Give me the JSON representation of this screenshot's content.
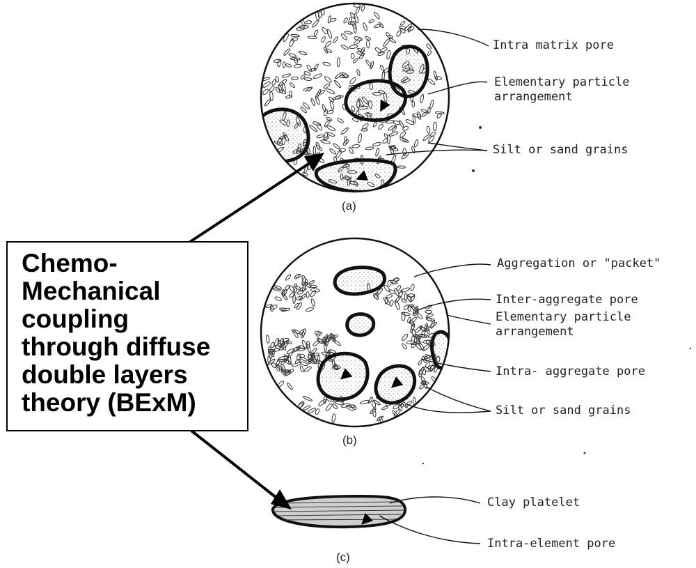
{
  "callout": {
    "text": "Chemo-\nMechanical\ncoupling\nthrough diffuse\ndouble layers\ntheory (BExM)"
  },
  "panel_a": {
    "caption": "(a)",
    "labels": [
      "Intra matrix pore",
      "Elementary particle\narrangement",
      "Silt or sand grains"
    ]
  },
  "panel_b": {
    "caption": "(b)",
    "labels": [
      "Aggregation or \"packet\"",
      "Inter-aggregate pore",
      "Elementary particle\narrangement",
      "Intra- aggregate pore",
      "Silt or sand grains"
    ]
  },
  "panel_c": {
    "caption": "(c)",
    "labels": [
      "Clay platelet",
      "Intra-element pore"
    ]
  }
}
